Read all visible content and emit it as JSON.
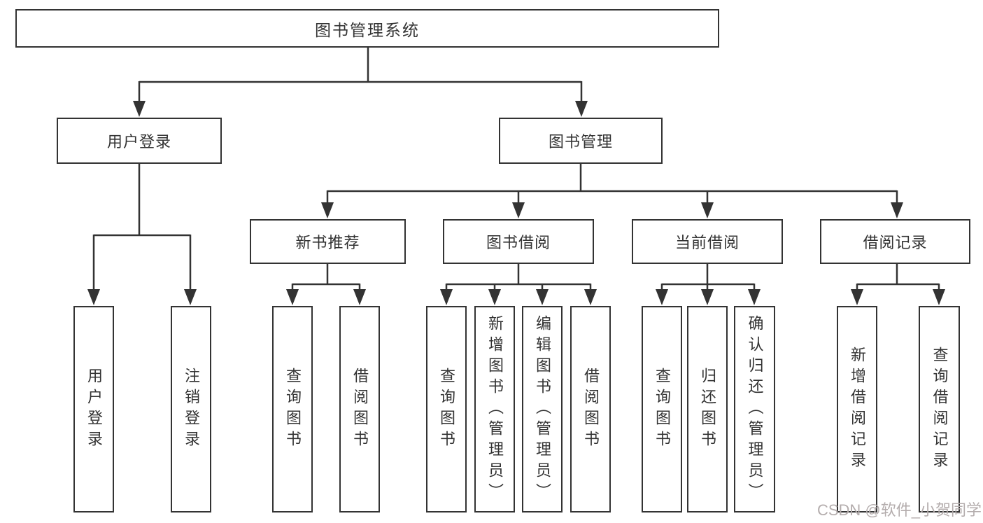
{
  "diagram": {
    "nodes": {
      "root": {
        "label": "图书管理系统"
      },
      "user_login": {
        "label": "用户登录"
      },
      "book_management": {
        "label": "图书管理"
      },
      "new_book_recommend": {
        "label": "新书推荐"
      },
      "book_borrow": {
        "label": "图书借阅"
      },
      "current_borrow": {
        "label": "当前借阅"
      },
      "borrow_records": {
        "label": "借阅记录"
      },
      "ul_user_login": {
        "label": "用户登录"
      },
      "ul_logout": {
        "label": "注销登录"
      },
      "nb_query_books": {
        "label": "查询图书"
      },
      "nb_borrow_books": {
        "label": "借阅图书"
      },
      "bb_query_books": {
        "label": "查询图书"
      },
      "bb_add_books": {
        "label": "新增图书（管理员）"
      },
      "bb_edit_books": {
        "label": "编辑图书（管理员）"
      },
      "bb_borrow_books": {
        "label": "借阅图书"
      },
      "cb_query_books": {
        "label": "查询图书"
      },
      "cb_return_books": {
        "label": "归还图书"
      },
      "cb_confirm_return": {
        "label": "确认归还（管理员）"
      },
      "br_add_record": {
        "label": "新增借阅记录"
      },
      "br_query_record": {
        "label": "查询借阅记录"
      }
    }
  },
  "watermark": {
    "text": "CSDN @软件_小贺同学"
  },
  "colors": {
    "line": "#333333",
    "border": "#333333",
    "text": "#333333",
    "background": "#ffffff",
    "watermark": "#b4adad"
  }
}
